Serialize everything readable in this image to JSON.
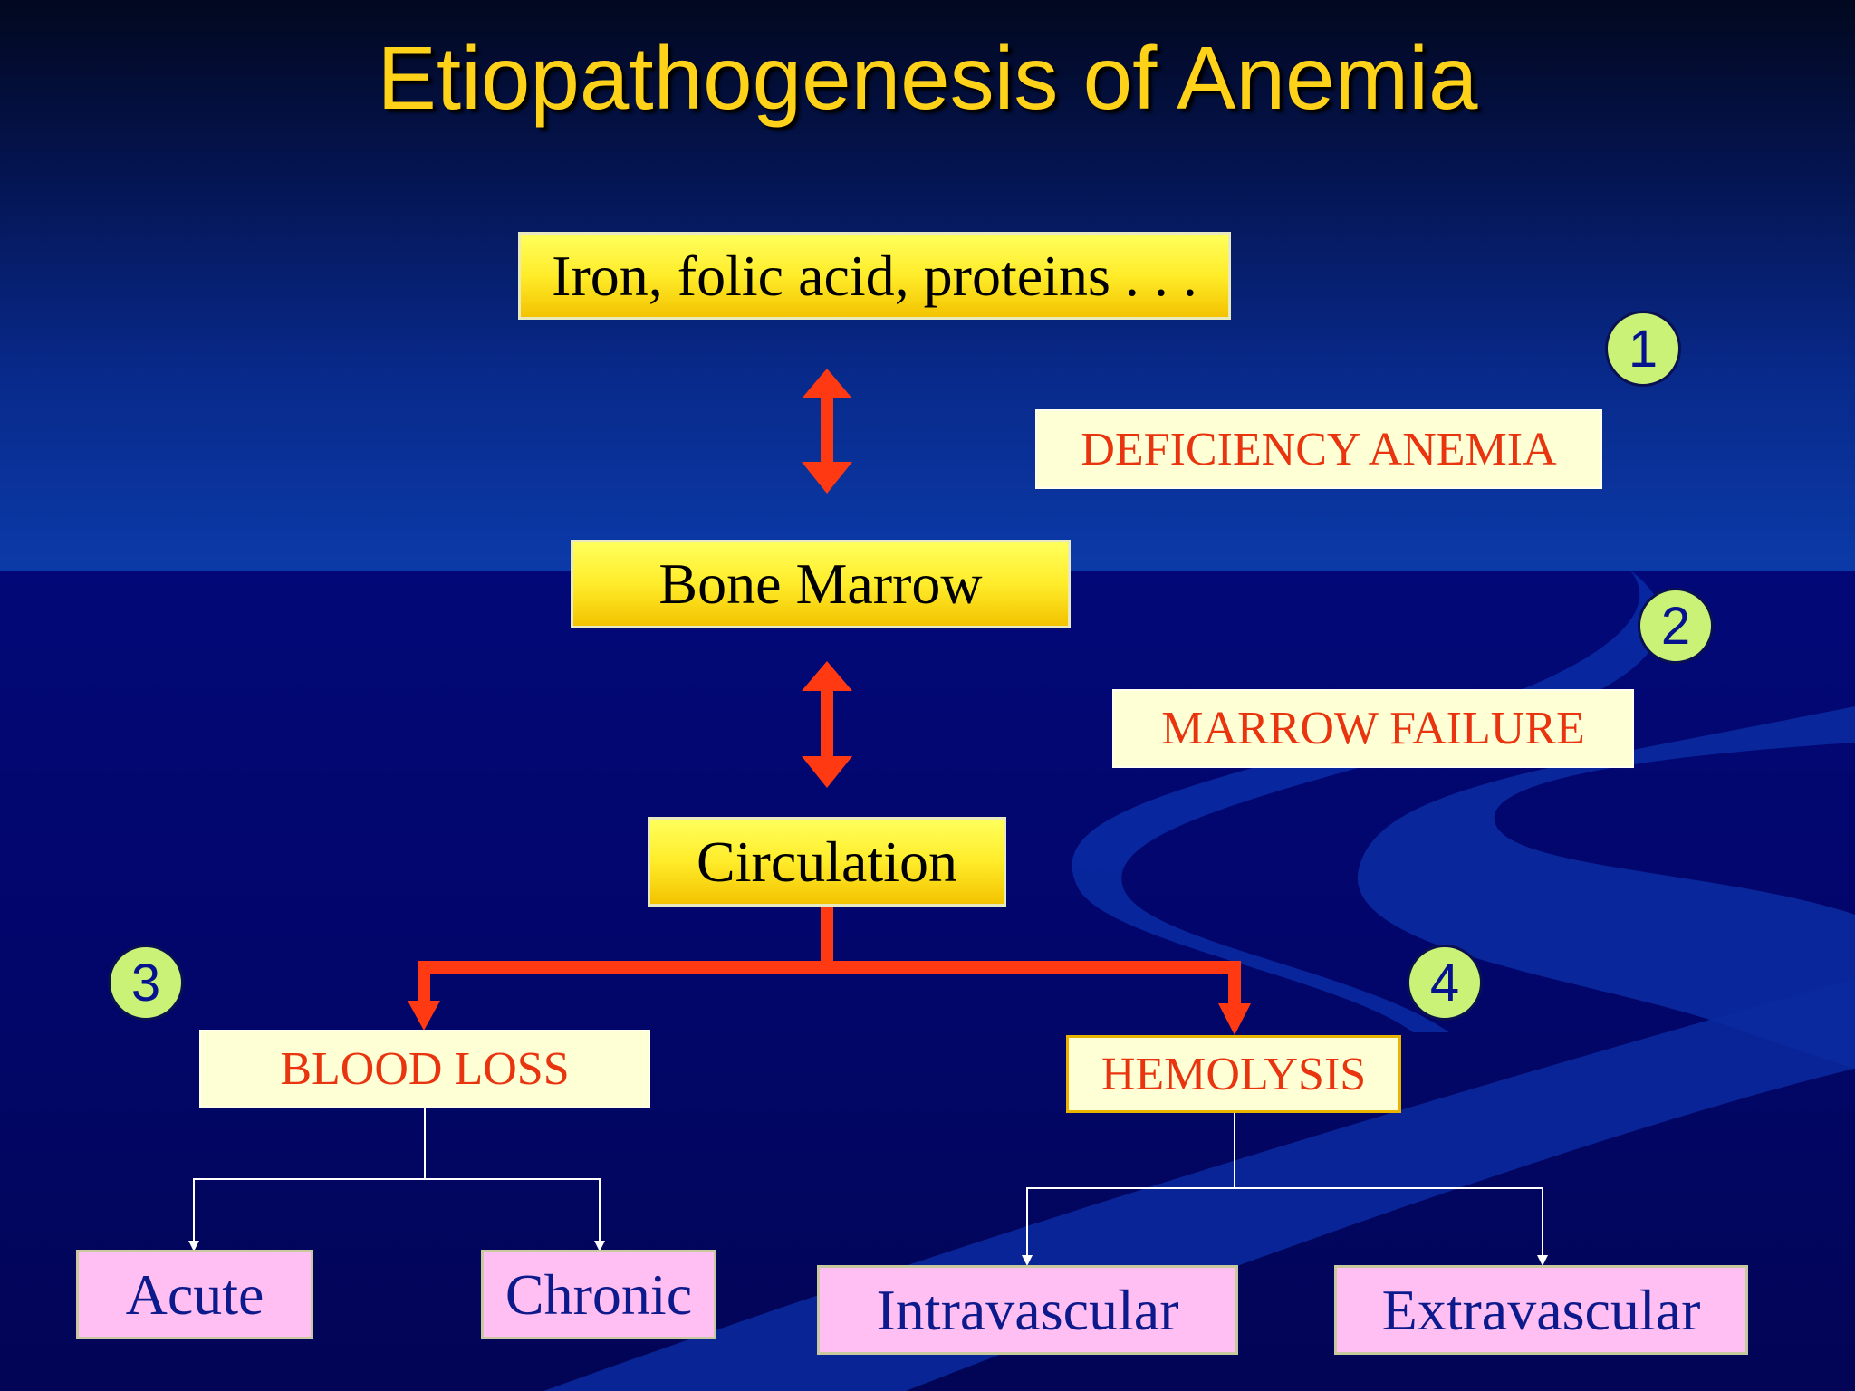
{
  "slide": {
    "title": "Etiopathogenesis of Anemia",
    "nodes": {
      "nutrients": "Iron, folic acid, proteins . . .",
      "bone_marrow": "Bone Marrow",
      "circulation": "Circulation",
      "deficiency_anemia": "DEFICIENCY ANEMIA",
      "marrow_failure": "MARROW FAILURE",
      "blood_loss": "BLOOD LOSS",
      "hemolysis": "HEMOLYSIS",
      "acute": "Acute",
      "chronic": "Chronic",
      "intravascular": "Intravascular",
      "extravascular": "Extravascular"
    },
    "markers": [
      "1",
      "2",
      "3",
      "4"
    ],
    "colors": {
      "title": "#ffd21a",
      "arrow": "#ff3a12",
      "marker_fill": "#c9f277",
      "cause_text": "#e8350f",
      "subtype_fill": "#ffbff2"
    }
  }
}
